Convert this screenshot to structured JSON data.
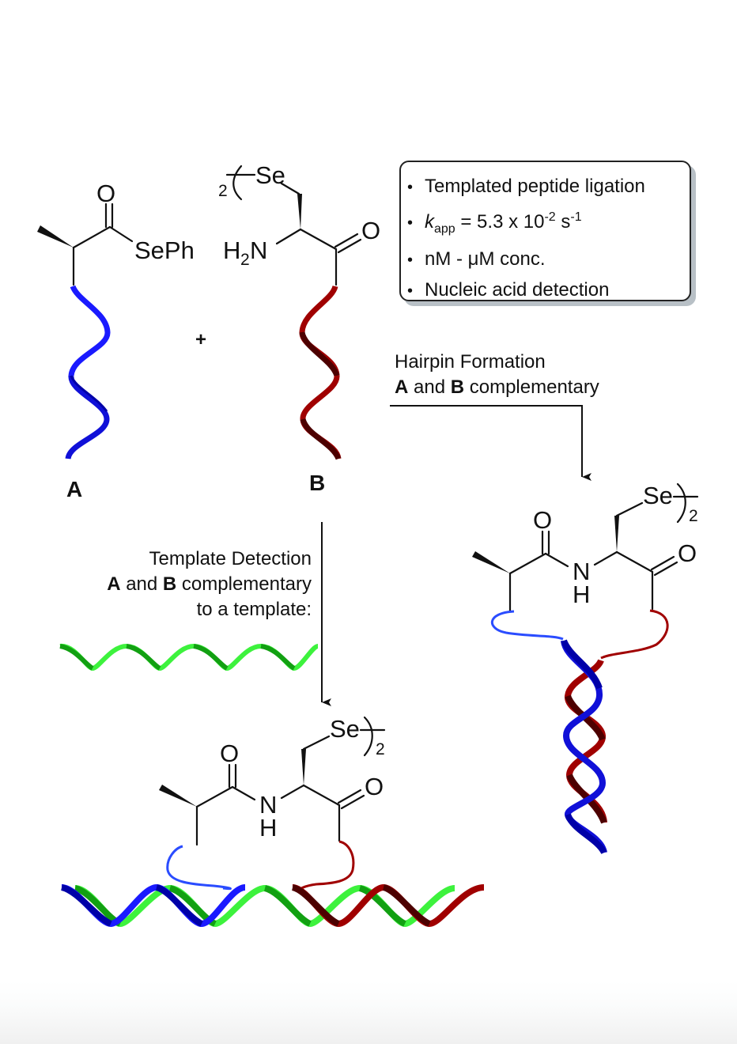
{
  "figure": {
    "type": "reaction scheme",
    "colors": {
      "strand_a": "#1a1aff",
      "strand_a_dark": "#0000a8",
      "strand_b": "#a00000",
      "strand_b_dark": "#4d0000",
      "template": "#3df23d",
      "template_dark": "#12a012",
      "line": "#111111",
      "box_shadow": "#b8c0c6"
    }
  },
  "info_box": {
    "items": [
      {
        "text": "Templated peptide ligation"
      },
      {
        "k": "k",
        "k_sub": "app",
        "eq": " = 5.3 x 10",
        "exp1": "-2",
        "unit": " s",
        "exp2": "-1"
      },
      {
        "text": "nM - μM conc."
      },
      {
        "text": "Nucleic acid detection"
      }
    ],
    "bullet": "•"
  },
  "reactants": {
    "a": {
      "label": "A",
      "groups": {
        "carbonyl_o": "O",
        "leaving_group": "SePh"
      }
    },
    "plus": "+",
    "b": {
      "label": "B",
      "groups": {
        "amine": "H",
        "amine_sub": "2",
        "amine_n": "N",
        "selenium": "Se",
        "dimer_sub": "2",
        "carbonyl_o": "O"
      }
    }
  },
  "pathways": {
    "hairpin": {
      "title": "Hairpin Formation",
      "line2_a": "A",
      "line2_and": " and ",
      "line2_b": "B",
      "line2_rest": " complementary"
    },
    "template": {
      "title": "Template Detection",
      "line2_a": "A",
      "line2_and": " and ",
      "line2_b": "B",
      "line2_rest": " complementary",
      "line3": "to a template:"
    }
  },
  "products": {
    "hairpin_product": {
      "o1": "O",
      "n": "N",
      "h": "H",
      "se": "Se",
      "sub": "2",
      "o2": "O"
    },
    "template_product": {
      "o1": "O",
      "n": "N",
      "h": "H",
      "se": "Se",
      "sub": "2",
      "o2": "O"
    }
  }
}
